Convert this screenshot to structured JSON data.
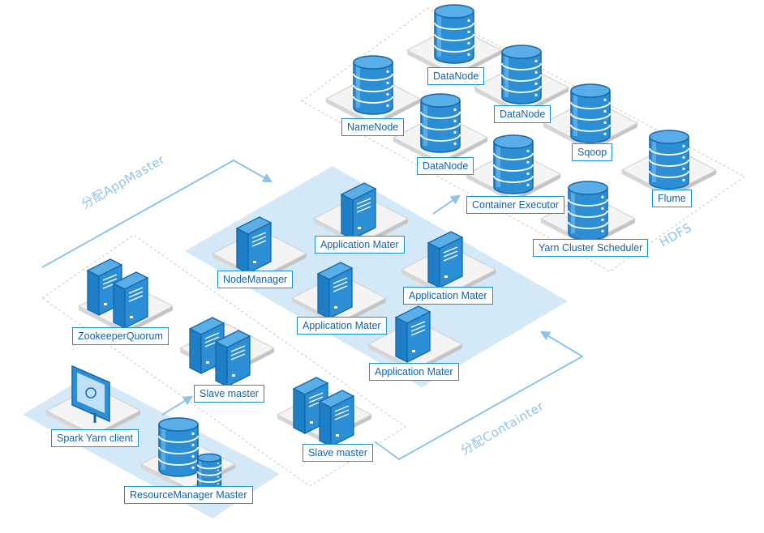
{
  "colors": {
    "accent": "#1b8fd8",
    "label_text": "#1565a8",
    "zone_fill": "#d4e9f8",
    "flow_line": "#8fc3ea"
  },
  "flows": {
    "assign_appmaster": "分配AppMaster",
    "assign_container": "分配Containter"
  },
  "zones": {
    "hdfs": "HDFS"
  },
  "nodes": {
    "datanode_top": "DataNode",
    "namenode": "NameNode",
    "datanode_right": "DataNode",
    "datanode_mid": "DataNode",
    "sqoop": "Sqoop",
    "container_executor": "Container Executor",
    "flume": "Flume",
    "yarn_cluster_scheduler": "Yarn Cluster Scheduler",
    "nodemanager": "NodeManager",
    "app_mater_1": "Application Mater",
    "app_mater_2": "Application Mater",
    "app_mater_3": "Application Mater",
    "app_mater_4": "Application Mater",
    "zookeeper_quorum": "ZookeeperQuorum",
    "slave_master_1": "Slave master",
    "slave_master_2": "Slave master",
    "spark_yarn_client": "Spark Yarn client",
    "resourcemanager_master": "ResourceManager Master"
  }
}
